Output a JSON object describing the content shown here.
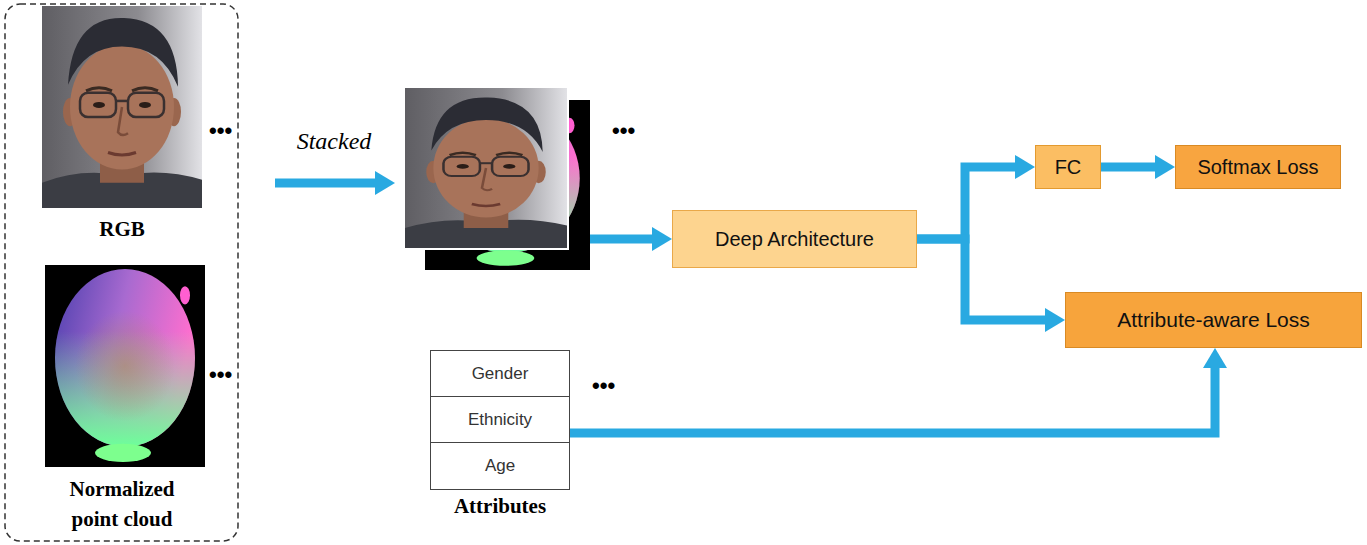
{
  "diagram": {
    "nodes": [
      {
        "text": [
          "Deep Architecture"
        ]
      },
      {
        "text": [
          "FC"
        ]
      },
      {
        "text": [
          "Softmax Loss"
        ]
      },
      {
        "text": [
          "Attribute-aware Loss"
        ]
      },
      {
        "text": [
          "Attributes"
        ]
      },
      {
        "text": [
          "Gender"
        ],
        "in": 4
      },
      {
        "text": [
          "Ethnicity"
        ],
        "in": 4
      },
      {
        "text": [
          "Age"
        ],
        "in": 4
      }
    ],
    "edges": [
      {
        "from": 0,
        "to": 1,
        "arrow": "to"
      },
      {
        "from": 1,
        "to": 2,
        "arrow": "to"
      },
      {
        "from": 0,
        "to": 3,
        "arrow": "to"
      },
      {
        "from": 4,
        "to": 3,
        "arrow": "to"
      }
    ],
    "labels": [
      "•••",
      "RGB",
      "•••",
      "Normalized point cloud",
      "Stacked",
      "•••",
      "•••"
    ]
  }
}
